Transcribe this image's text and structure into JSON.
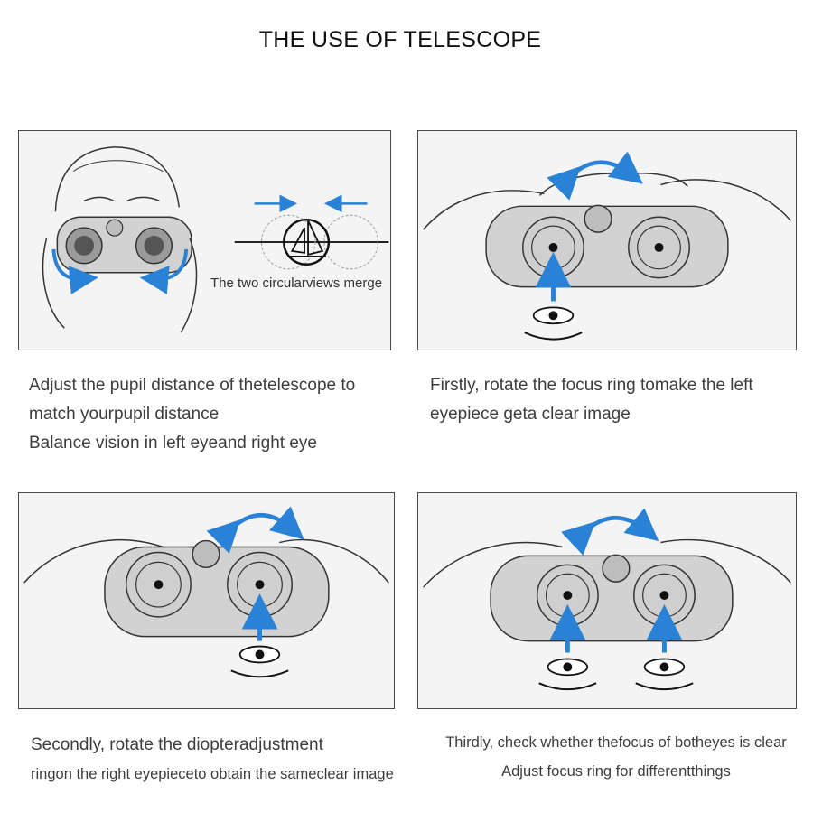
{
  "title": "THE USE OF TELESCOPE",
  "colors": {
    "arrow": "#2a82d6",
    "line": "#333333",
    "body": "#d2d2d2"
  },
  "panels": [
    {
      "inset_label": "The two circularviews merge",
      "caption": [
        "Adjust the pupil distance of thetelescope to",
        "match yourpupil distance",
        "Balance vision in left eyeand right eye"
      ]
    },
    {
      "caption": [
        "Firstly, rotate the focus ring tomake the left",
        "eyepiece geta clear image"
      ]
    },
    {
      "caption": [
        "Secondly, rotate the diopteradjustment",
        "ringon the right eyepieceto obtain the sameclear image"
      ]
    },
    {
      "caption": [
        "Thirdly, check whether thefocus of botheyes is clear",
        "Adjust focus ring for differentthings"
      ]
    }
  ]
}
